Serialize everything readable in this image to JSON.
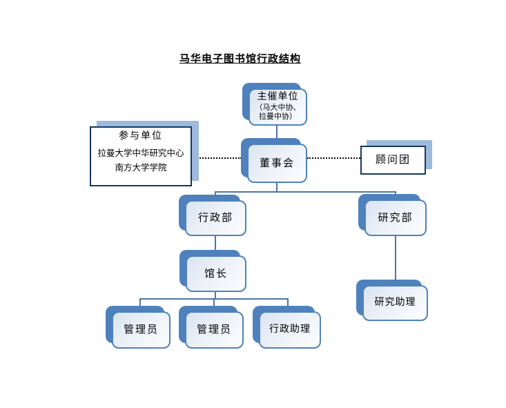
{
  "title": "马华电子图书馆行政结构",
  "colors": {
    "accent_blue": "#4f81bd",
    "navy_border": "#17365d",
    "light_blue_shadow": "#9db9dd",
    "connector": "#4b74a8",
    "dotted_connector": "#000000",
    "node_fill_light": "#ecf1f8",
    "page_background": "#ffffff"
  },
  "nodes": {
    "organizer": {
      "label": "主催单位",
      "sub1": "（马大中协、",
      "sub2": "拉曼中协）"
    },
    "board": {
      "label": "董事会"
    },
    "participants": {
      "label": "参与单位",
      "line1": "拉曼大学中华研究中心",
      "line2": "南方大学学院"
    },
    "advisors": {
      "label": "顾问团"
    },
    "admin_dept": {
      "label": "行政部"
    },
    "research_dept": {
      "label": "研究部"
    },
    "director": {
      "label": "馆长"
    },
    "admin1": {
      "label": "管理员"
    },
    "admin2": {
      "label": "管理员"
    },
    "admin_assistant": {
      "label": "行政助理"
    },
    "research_assistant": {
      "label": "研究助理"
    }
  }
}
